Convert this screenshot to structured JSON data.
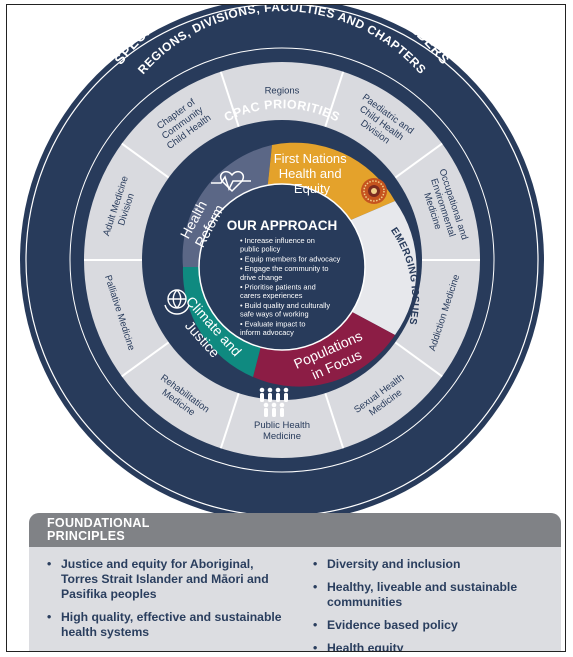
{
  "outer_ring": {
    "line1": "SPECIALTY SOCIETIES AND OTHER STAKEHOLDERS",
    "line2": "REGIONS, DIVISIONS, FACULTIES AND CHAPTERS"
  },
  "segments": [
    [
      "Regions"
    ],
    [
      "Paediatric and",
      "Child Health",
      "Division"
    ],
    [
      "Occupational and",
      "Environmental",
      "Medicine"
    ],
    [
      "Addiction Medicine"
    ],
    [
      "Sexual Health",
      "Medicine"
    ],
    [
      "Public Health",
      "Medicine"
    ],
    [
      "Rehabilitation",
      "Medicine"
    ],
    [
      "Palliative Medicine"
    ],
    [
      "Adult Medicine",
      "Division"
    ],
    [
      "Chapter of",
      "Community",
      "Child Health"
    ]
  ],
  "cpac_title": "CPAC PRIORITIES",
  "priorities": {
    "first_nations": [
      "First Nations",
      "Health and",
      "Equity"
    ],
    "health_reform": [
      "Health",
      "Reform"
    ],
    "climate": [
      "Climate and",
      "Justice"
    ],
    "populations": [
      "Populations",
      "in Focus"
    ],
    "emerging": "EMERGING ISSUES"
  },
  "approach": {
    "title": "OUR APPROACH",
    "items": [
      [
        "Increase influence on",
        "public policy"
      ],
      [
        "Equip members for advocacy"
      ],
      [
        "Engage the community to",
        "drive change"
      ],
      [
        "Prioritise patients and",
        "carers experiences"
      ],
      [
        "Build quality and culturally",
        "safe ways of working"
      ],
      [
        "Evaluate impact to",
        "inform advocacy"
      ]
    ]
  },
  "foundational": {
    "title": "FOUNDATIONAL PRINCIPLES",
    "left": [
      "Justice and equity for Aboriginal, Torres Strait Islander and Māori and Pasifika peoples",
      "High quality, effective and sustainable health systems"
    ],
    "right": [
      "Diversity and inclusion",
      "Healthy, liveable and sustainable communities",
      "Evidence based policy",
      "Health equity"
    ]
  },
  "colors": {
    "navy": "#283b5b",
    "ring_light": "#d9dadf",
    "first_nations": "#e4a22b",
    "health_reform": "#5b6786",
    "climate": "#0f8a80",
    "populations": "#8c1d45",
    "emerging": "#e7e8ec",
    "foundation_bg": "#dcdde1",
    "foundation_header": "#808286"
  }
}
